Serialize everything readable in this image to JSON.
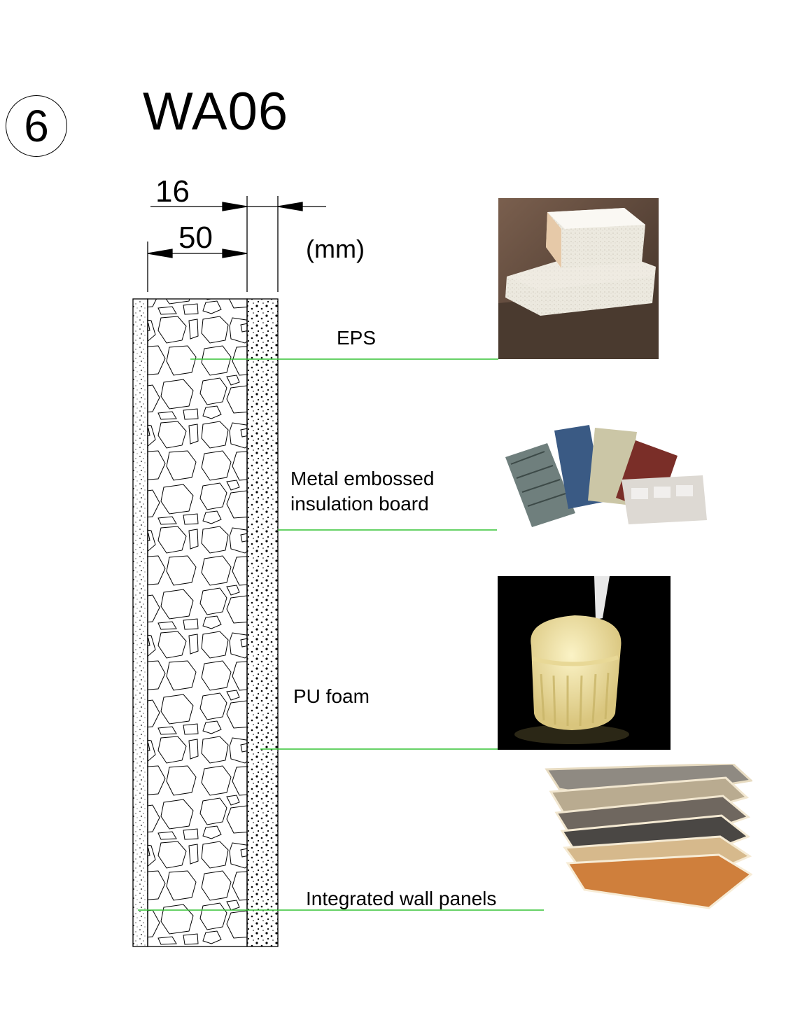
{
  "section": {
    "number": "6",
    "code": "WA06"
  },
  "dimensions": {
    "outer": "16",
    "inner": "50",
    "unit": "(mm)"
  },
  "layers": [
    {
      "label": "EPS"
    },
    {
      "label": "Metal embossed\ninsulation board"
    },
    {
      "label": "PU foam"
    },
    {
      "label": "Integrated wall panels"
    }
  ],
  "colors": {
    "leader_line": "#35c435",
    "drawing_line": "#000000"
  }
}
